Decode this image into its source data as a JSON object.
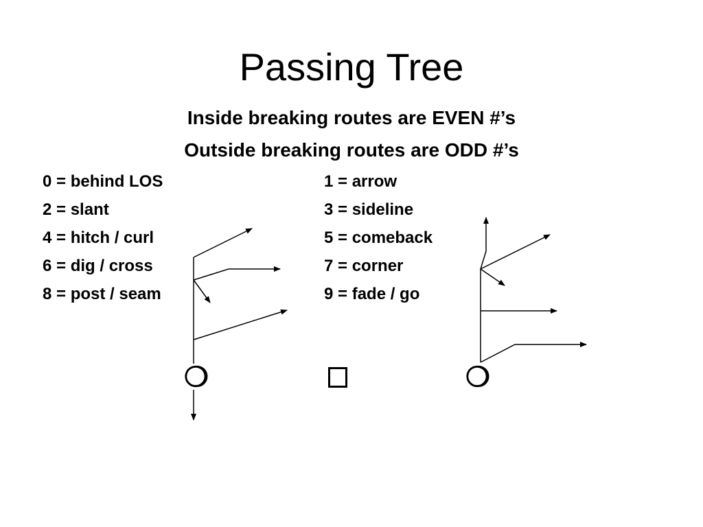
{
  "title": "Passing Tree",
  "subtitle_even": "Inside breaking routes are EVEN #’s",
  "subtitle_odd": "Outside breaking routes are ODD #’s",
  "routes_left": [
    "0 = behind LOS",
    "2 = slant",
    "4 = hitch / curl",
    "6 = dig / cross",
    "8 = post / seam"
  ],
  "routes_right": [
    "1 = arrow",
    "3 = sideline",
    "5 = comeback",
    "7 = corner",
    "9 = fade / go"
  ],
  "player_glyph": "❍",
  "colors": {
    "text": "#000000",
    "background": "#ffffff"
  }
}
